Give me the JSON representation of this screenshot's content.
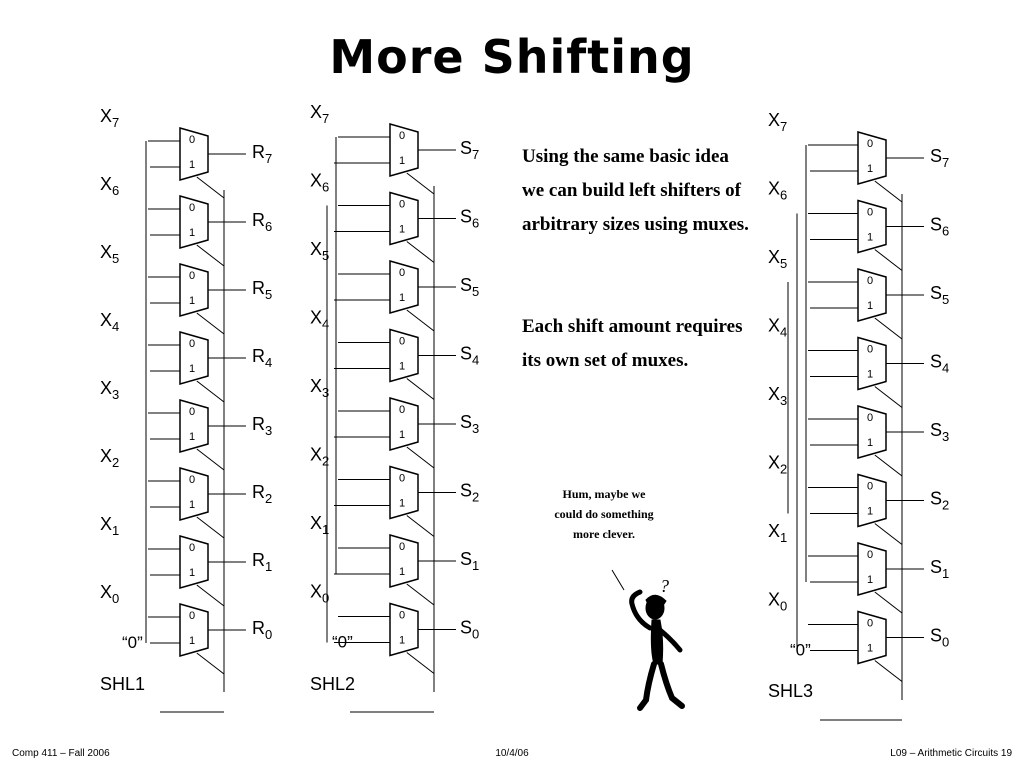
{
  "slide": {
    "title": "More Shifting",
    "description": [
      "Using the same basic idea we can build left shifters of arbitrary sizes using muxes.",
      "Each shift amount requires its own set of muxes."
    ],
    "thought_bubble": "Hum, maybe we could do something more clever.",
    "question_mark": "?"
  },
  "footer": {
    "left": "Comp 411 – Fall 2006",
    "center": "10/4/06",
    "right": "L09 – Arithmetic Circuits   19"
  },
  "mux_labels": {
    "in0": "0",
    "in1": "1"
  },
  "zero_input": "“0”",
  "shifters": [
    {
      "name": "SHL1",
      "shift": 1,
      "inputs": [
        "X7",
        "X6",
        "X5",
        "X4",
        "X3",
        "X2",
        "X1",
        "X0"
      ],
      "outputs": [
        "R7",
        "R6",
        "R5",
        "R4",
        "R3",
        "R2",
        "R1",
        "R0"
      ]
    },
    {
      "name": "SHL2",
      "shift": 2,
      "inputs": [
        "X7",
        "X6",
        "X5",
        "X4",
        "X3",
        "X2",
        "X1",
        "X0"
      ],
      "outputs": [
        "S7",
        "S6",
        "S5",
        "S4",
        "S3",
        "S2",
        "S1",
        "S0"
      ]
    },
    {
      "name": "SHL3",
      "shift": 3,
      "inputs": [
        "X7",
        "X6",
        "X5",
        "X4",
        "X3",
        "X2",
        "X1",
        "X0"
      ],
      "outputs": [
        "S7",
        "S6",
        "S5",
        "S4",
        "S3",
        "S2",
        "S1",
        "S0"
      ]
    }
  ]
}
